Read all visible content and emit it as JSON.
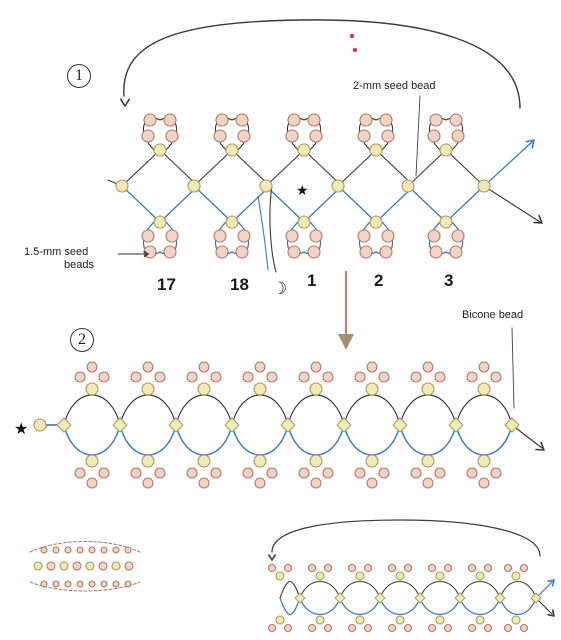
{
  "steps": [
    "1",
    "2"
  ],
  "labels": {
    "seed_2mm": "2-mm seed bead",
    "seed_15mm_line1": "1.5-mm seed",
    "seed_15mm_line2": "beads",
    "bicone": "Bicone bead"
  },
  "unit_numbers": [
    "17",
    "18",
    "1",
    "2",
    "3"
  ],
  "markers": {
    "star": "★",
    "moon": "☽"
  },
  "colors": {
    "thread_blue": "#3b7bbf",
    "thread_dark": "#3a3a3a",
    "bead_pink_fill": "#f2d3c6",
    "bead_pink_stroke": "#b07a66",
    "bead_yellow_fill": "#f3e9b8",
    "bead_yellow_stroke": "#a89a5a",
    "arrow_tan": "#a58e74",
    "accent_red": "#d23a4a"
  }
}
